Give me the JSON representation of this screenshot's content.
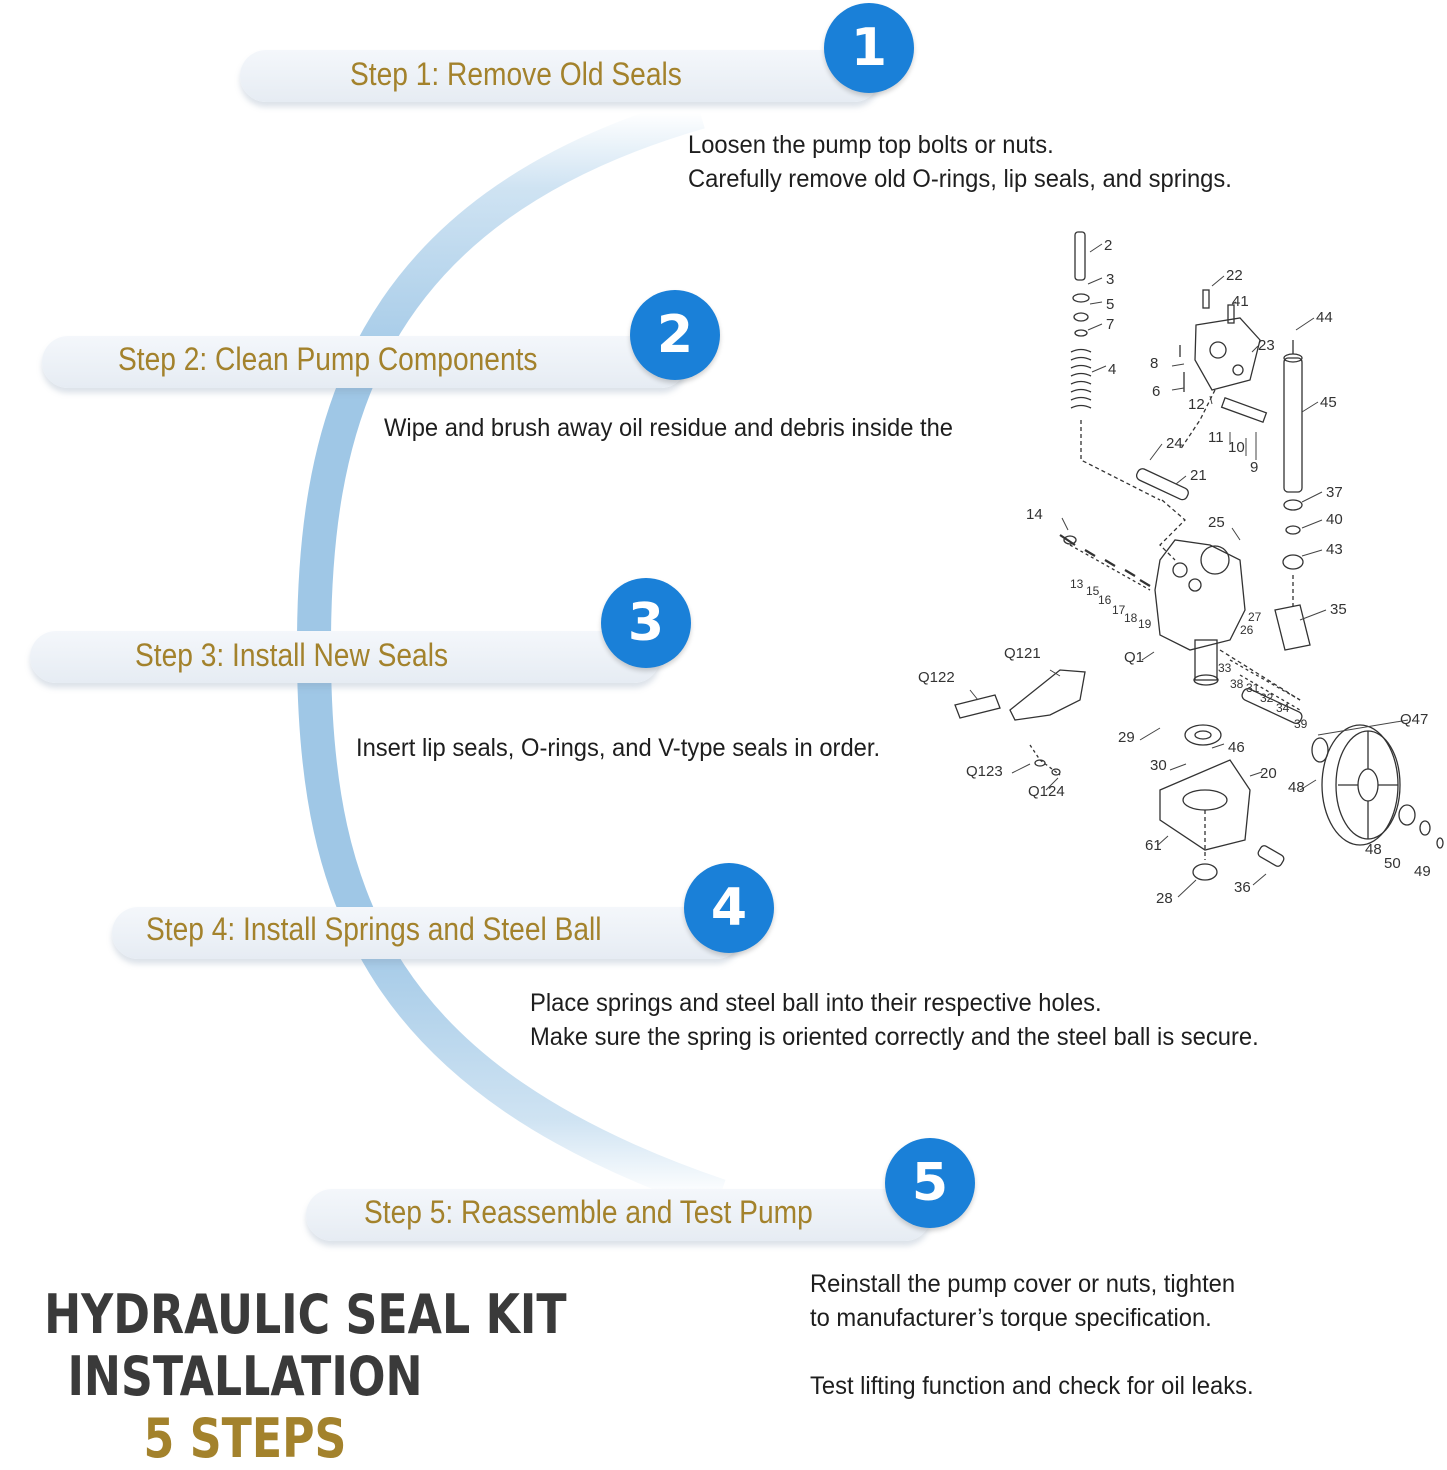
{
  "steps": [
    {
      "number": "1",
      "title": "Step 1: Remove Old Seals",
      "lines": [
        "Loosen the pump top bolts or nuts.",
        "Carefully remove old O-rings, lip seals, and springs."
      ]
    },
    {
      "number": "2",
      "title": "Step 2: Clean Pump Components",
      "lines": [
        "Wipe and brush away oil residue and debris inside the"
      ]
    },
    {
      "number": "3",
      "title": "Step 3: Install New Seals",
      "lines": [
        "Insert lip seals, O-rings, and V-type seals in order."
      ]
    },
    {
      "number": "4",
      "title": "Step 4: Install Springs and Steel Ball",
      "lines": [
        "Place springs and steel ball into their respective holes.",
        "Make sure the spring is oriented correctly and the steel ball is secure."
      ]
    },
    {
      "number": "5",
      "title": "Step 5: Reassemble and Test Pump",
      "lines": [
        "Reinstall the pump cover or nuts, tighten",
        "to manufacturer’s torque specification.",
        "",
        "Test lifting function and check for oil leaks."
      ]
    }
  ],
  "heading": {
    "line1": "HYDRAULIC SEAL KIT",
    "line2": "INSTALLATION",
    "line3": "5 STEPS"
  },
  "diagram_labels": [
    "2",
    "3",
    "5",
    "7",
    "4",
    "22",
    "41",
    "44",
    "23",
    "8",
    "6",
    "12",
    "45",
    "11",
    "10",
    "9",
    "24",
    "21",
    "37",
    "40",
    "14",
    "25",
    "43",
    "13",
    "15",
    "16",
    "17",
    "18",
    "19",
    "27",
    "26",
    "35",
    "Q1",
    "Q121",
    "Q122",
    "33",
    "38",
    "31",
    "32",
    "34",
    "39",
    "Q47",
    "29",
    "46",
    "30",
    "20",
    "48",
    "Q123",
    "Q124",
    "61",
    "48",
    "50",
    "49",
    "28",
    "36"
  ],
  "colors": {
    "gold": "#a3822c",
    "blue": "#1a80d8",
    "heading": "#3a3a3a",
    "arc": "#9fc7e6"
  }
}
